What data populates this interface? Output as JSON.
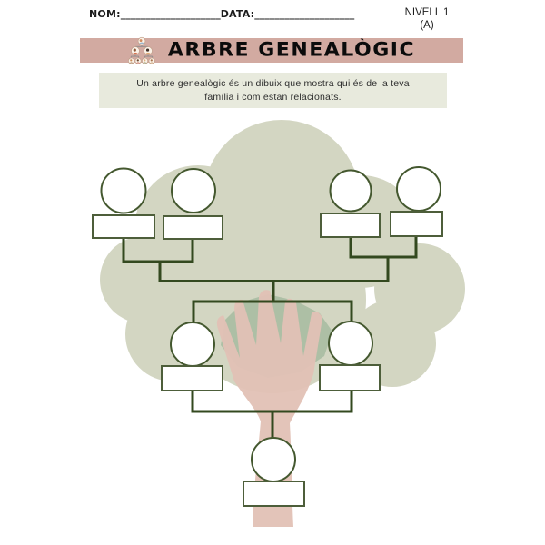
{
  "header": {
    "name_label": "NOM:",
    "name_line": "____________________",
    "date_label": "DATA:",
    "date_line": "____________________",
    "level_line1": "NIVELL 1",
    "level_line2": "(A)"
  },
  "title_bar": {
    "title": "ARBRE GENEALÒGIC",
    "icon": "family-tree-icon"
  },
  "instructions": {
    "line1": "Un arbre genealògic és un dibuix que mostra qui és de la teva",
    "line2": "família i com estan relacionats."
  },
  "tree": {
    "description": "blank family tree worksheet diagram",
    "generations": [
      {
        "role": "grandparents",
        "slots": 4
      },
      {
        "role": "parents",
        "slots": 2
      },
      {
        "role": "child",
        "slots": 1
      }
    ],
    "nodes": [
      {
        "id": "grandparent-1",
        "name": ""
      },
      {
        "id": "grandparent-2",
        "name": ""
      },
      {
        "id": "grandparent-3",
        "name": ""
      },
      {
        "id": "grandparent-4",
        "name": ""
      },
      {
        "id": "parent-1",
        "name": ""
      },
      {
        "id": "parent-2",
        "name": ""
      },
      {
        "id": "child",
        "name": ""
      }
    ]
  },
  "colors": {
    "title_bar_bg": "#d2aaa1",
    "instruction_bg": "#e8eadd",
    "foliage": "#d3d6c2",
    "foliage_dark": "#a8bca2",
    "trunk": "#e2c1b5",
    "connector": "#33491f",
    "node_stroke": "#44582f",
    "box_stroke": "#4d5e3a",
    "node_fill": "#ffffff",
    "text": "#1c1c1c"
  }
}
